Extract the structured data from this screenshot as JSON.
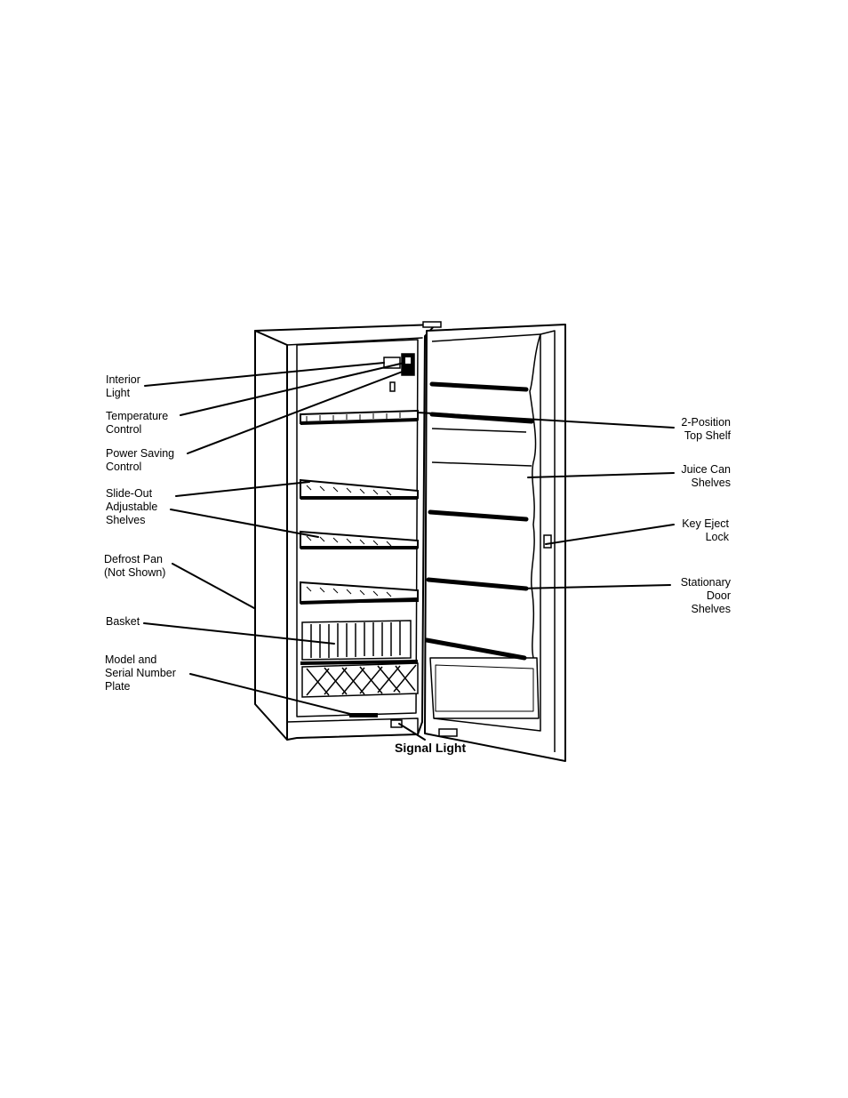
{
  "labels": {
    "interior_light": "Interior\nLight",
    "temperature_control": "Temperature\nControl",
    "power_saving_control": "Power Saving\nControl",
    "slide_out_shelves": "Slide-Out\nAdjustable\nShelves",
    "defrost_pan": "Defrost Pan\n(Not Shown)",
    "basket": "Basket",
    "model_serial_plate": "Model and\nSerial Number\nPlate",
    "signal_light": "Signal Light",
    "two_position_top_shelf": "2-Position\nTop Shelf",
    "juice_can_shelves": "Juice Can\nShelves",
    "key_eject_lock": "Key Eject\nLock",
    "stationary_door_shelves": "Stationary\nDoor\nShelves"
  }
}
